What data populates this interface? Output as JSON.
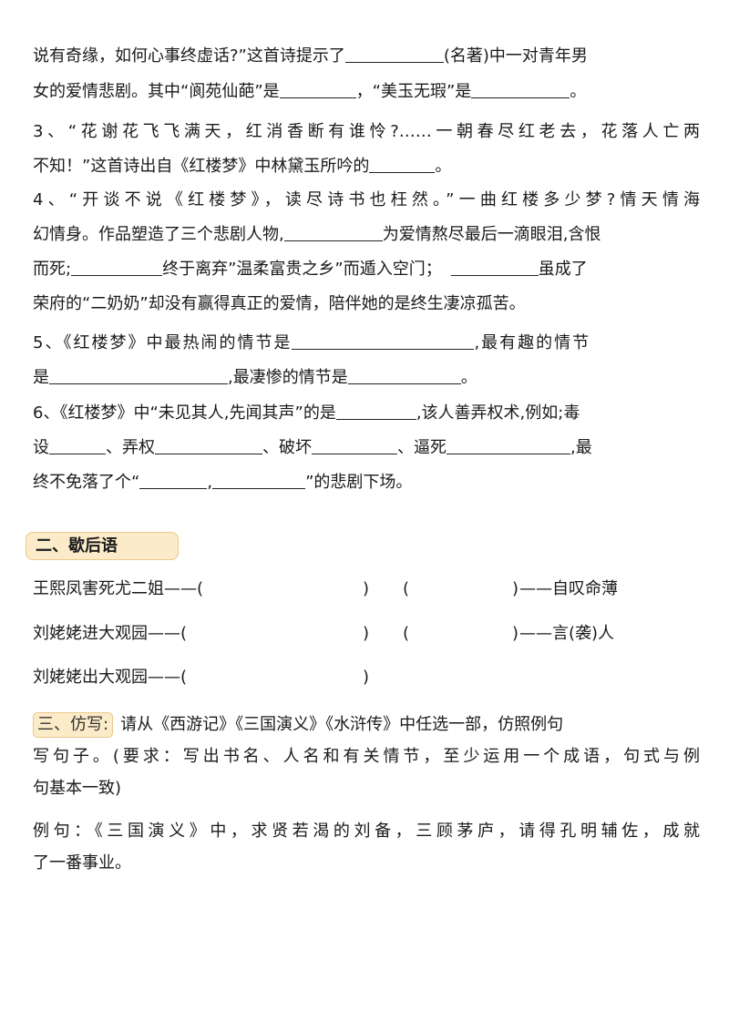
{
  "q_cont": {
    "l1a": "说有奇缘，如何心事终虚话?”这首诗提示了",
    "l1b": "(名著)中一对青年男",
    "l2a": "女的爱情悲剧。其中“阆苑仙葩”是",
    "l2b": "，“美玉无瑕”是",
    "l2c": "。"
  },
  "q3": {
    "l1": "3、“花谢花飞飞满天，红消香断有谁怜?……一朝春尽红老去，花落人亡两",
    "l2a": "不知！”这首诗出自《红楼梦》中林黛玉所吟的",
    "l2b": "。"
  },
  "q4": {
    "l1": "4、“开谈不说《红楼梦》，读尽诗书也枉然。”一曲红楼多少梦?情天情海",
    "l2a": "幻情身。作品塑造了三个悲剧人物,",
    "l2b": "为爱情熬尽最后一滴眼泪,含恨",
    "l3a": "而死;",
    "l3b": "终于离弃”温柔富贵之乡”而遁入空门；",
    "l3c": "虽成了",
    "l4": "荣府的“二奶奶”却没有赢得真正的爱情，陪伴她的是终生凄凉孤苦。"
  },
  "q5": {
    "l1a": "5、《红楼梦》中最热闹的情节是",
    "l1b": ",最有趣的情节",
    "l2a": "是",
    "l2b": ",最凄惨的情节是",
    "l2c": "。"
  },
  "q6": {
    "l1a": "6、《红楼梦》中“未见其人,先闻其声”的是",
    "l1b": ",该人善弄权术,例如;毒",
    "l2a": "设",
    "l2b": "、弄权",
    "l2c": "、破坏",
    "l2d": "、逼死",
    "l2e": ",最",
    "l3a": "终不免落了个“",
    "l3b": ",",
    "l3c": "”的悲剧下场。"
  },
  "section2": {
    "title": "二、歇后语",
    "r1_left": "王熙凤害死尤二姐——(",
    "r1_right": "——自叹命薄",
    "r2_left": "刘姥姥进大观园——(",
    "r2_right": "——言(袭)人",
    "r3_left": "刘姥姥出大观园——(",
    "paren_close": ")",
    "paren_open": "("
  },
  "section3": {
    "title": "三、仿写:",
    "l1": "请从《西游记》《三国演义》《水浒传》中任选一部，仿照例句",
    "l2": "写句子。(要求：写出书名、人名和有关情节，至少运用一个成语，句式与例",
    "l3": "句基本一致)",
    "ex1": "例句：《三国演义》中，求贤若渴的刘备，三顾茅庐，请得孔明辅佐，成就",
    "ex2": "了一番事业。"
  }
}
